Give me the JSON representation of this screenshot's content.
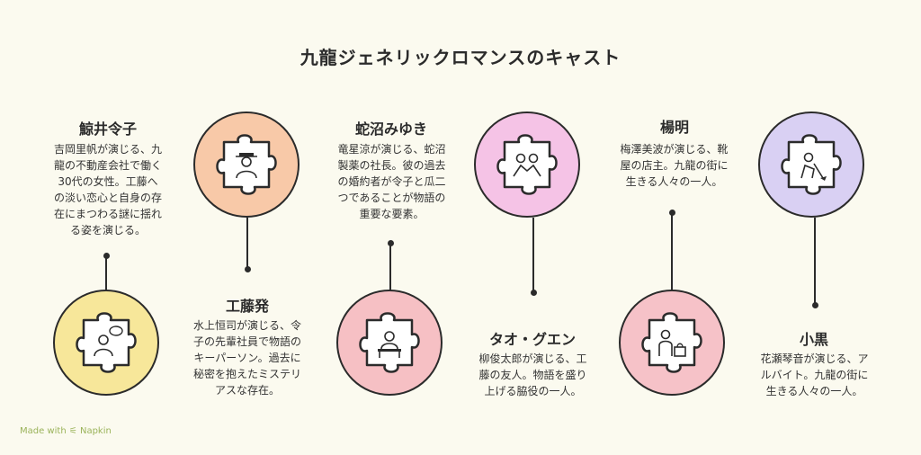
{
  "title": "九龍ジェネリックロマンスのキャスト",
  "footer": "Made with ⚟ Napkin",
  "cast": [
    {
      "name": "鯨井令子",
      "desc": [
        "吉岡里帆が演じる、九",
        "龍の不動産会社で働く",
        "30代の女性。工藤へ",
        "の淡い恋心と自身の存",
        "在にまつわる謎に揺れ",
        "る姿を演じる。"
      ],
      "color": "#f7e79a",
      "icon": "person-speech-icon"
    },
    {
      "name": "工藤発",
      "desc": [
        "水上恒司が演じる、令",
        "子の先輩社員で物語の",
        "キーパーソン。過去に",
        "秘密を抱えたミステリ",
        "アスな存在。"
      ],
      "color": "#f8c9a8",
      "icon": "man-with-hat-icon"
    },
    {
      "name": "蛇沼みゆき",
      "desc": [
        "竜星涼が演じる、蛇沼",
        "製薬の社長。彼の過去",
        "の婚約者が令子と瓜二",
        "つであることが物語の",
        "重要な要素。"
      ],
      "color": "#f6c0c4",
      "icon": "person-at-desk-icon"
    },
    {
      "name": "タオ・グエン",
      "desc": [
        "柳俊太郎が演じる、工",
        "藤の友人。物語を盛り",
        "上げる脇役の一人。"
      ],
      "color": "#f5c3e6",
      "icon": "two-people-icon"
    },
    {
      "name": "楊明",
      "desc": [
        "梅澤美波が演じる、靴",
        "屋の店主。九龍の街に",
        "生きる人々の一人。"
      ],
      "color": "#f6c2c8",
      "icon": "shopkeeper-icon"
    },
    {
      "name": "小黒",
      "desc": [
        "花瀬琴音が演じる、ア",
        "ルバイト。九龍の街に",
        "生きる人々の一人。"
      ],
      "color": "#d9d0f3",
      "icon": "worker-icon"
    }
  ]
}
